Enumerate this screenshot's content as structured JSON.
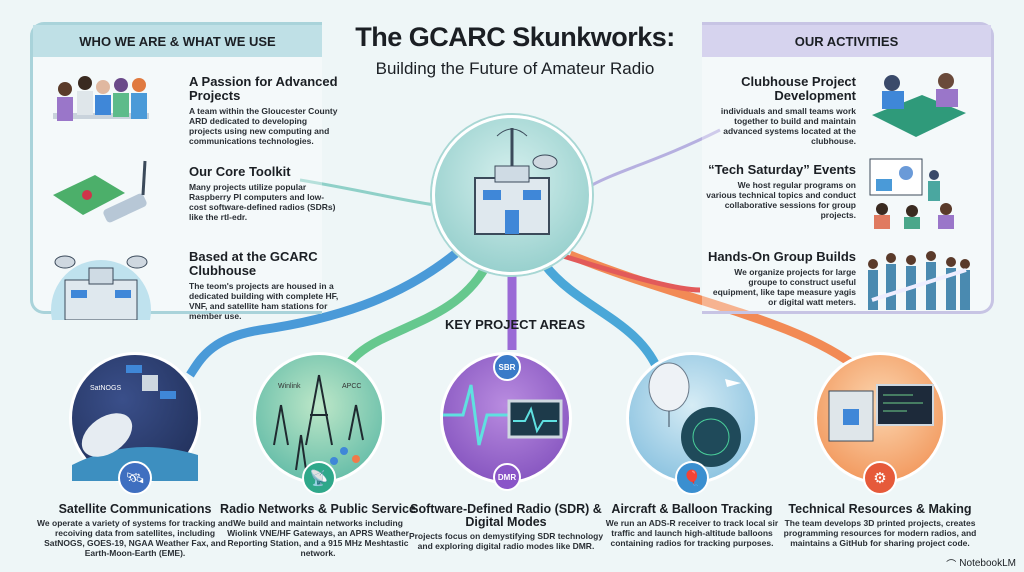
{
  "title": "The GCARC Skunkworks:",
  "subtitle": "Building the Future of Amateur Radio",
  "left_panel": {
    "heading": "WHO WE ARE & WHAT WE USE",
    "items": [
      {
        "title": "A Passion for Advanced Projects",
        "text": "A team within the Gloucester County ARD dedicated to developing projects using new computing and communications technologies."
      },
      {
        "title": "Our Core Toolkit",
        "text": "Many projects utilize popular Raspberry PI computers and low-cost software-defined radios (SDRs) like the rtl-edr."
      },
      {
        "title": "Based at the GCARC Clubhouse",
        "text": "The teom's projects are housed in a dedicated building with complete HF, VNF, and satellite ham stations for member use."
      }
    ]
  },
  "right_panel": {
    "heading": "OUR ACTIVITIES",
    "items": [
      {
        "title": "Clubhouse Project Development",
        "text": "individuals and small teams work together to build and maintain advanced systems located at the clubhouse."
      },
      {
        "title": "“Tech Saturday” Events",
        "text": "We host regular programs on various technical topics and conduct collaborative sessions for group projects."
      },
      {
        "title": "Hands-On Group Builds",
        "text": "We organize projects for large groupe to construct useful equipment, like tape measure yagis or digital watt meters."
      }
    ]
  },
  "key_areas_heading": "KEY PROJECT AREAS",
  "areas": [
    {
      "title": "Satellite Communications",
      "text": "We operate a variety of systems for tracking and recoiving data from satellites, including SatNOGS, GOES-19, NGAA Weather Fax, and Earth-Moon-Earth (EME).",
      "tag": "SatNOGS",
      "color": "#3f7fd0"
    },
    {
      "title": "Radio Networks & Public Service",
      "text": "We build and maintain networks including Wiolink VNE/HF Gateways, an APRS Weather Reporting Station, and a 915 MHz Meshtastic network.",
      "tags": [
        "Winlink",
        "APCC"
      ],
      "color": "#4dbf8f"
    },
    {
      "title": "Software-Defined Radio (SDR) & Digital Modes",
      "text": "Projects focus on demystifying SDR technology and exploring digital radio modes like DMR.",
      "chips": [
        "SBR",
        "DMR"
      ],
      "color": "#8a55c8"
    },
    {
      "title": "Aircraft & Balloon Tracking",
      "text": "We run an ADS-R receiver to track local sir traffic and launch high-altitude balloons containing radios for tracking purposes.",
      "color": "#3a8fd0"
    },
    {
      "title": "Technical Resources & Making",
      "text": "The team develops 3D printed projects, creates programming resources for modern radios, and maintains a GitHub for sharing project code.",
      "color": "#f07a4a"
    }
  ],
  "brand": "NotebookLM"
}
